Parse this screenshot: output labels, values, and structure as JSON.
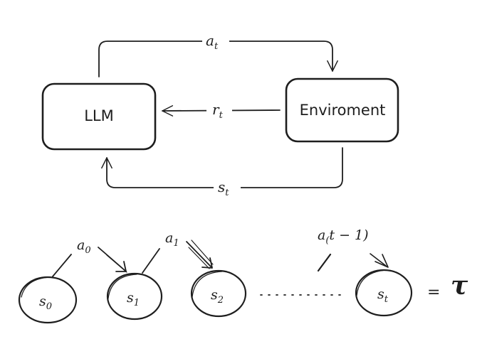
{
  "top_diagram": {
    "agent_label": "LLM",
    "environment_label": "Enviroment",
    "action_symbol": "a",
    "action_subscript": "t",
    "reward_symbol": "r",
    "reward_subscript": "t",
    "state_symbol": "s",
    "state_subscript": "t"
  },
  "trajectory": {
    "states": [
      {
        "symbol": "s",
        "subscript": "0"
      },
      {
        "symbol": "s",
        "subscript": "1"
      },
      {
        "symbol": "s",
        "subscript": "2"
      },
      {
        "symbol": "s",
        "subscript": "t"
      }
    ],
    "actions": [
      {
        "symbol": "a",
        "subscript": "0"
      },
      {
        "symbol": "a",
        "subscript": "1"
      },
      {
        "symbol": "a",
        "subscript": "(",
        "suffix": "t − 1)"
      }
    ],
    "equals": "=",
    "result_symbol": "τ"
  }
}
